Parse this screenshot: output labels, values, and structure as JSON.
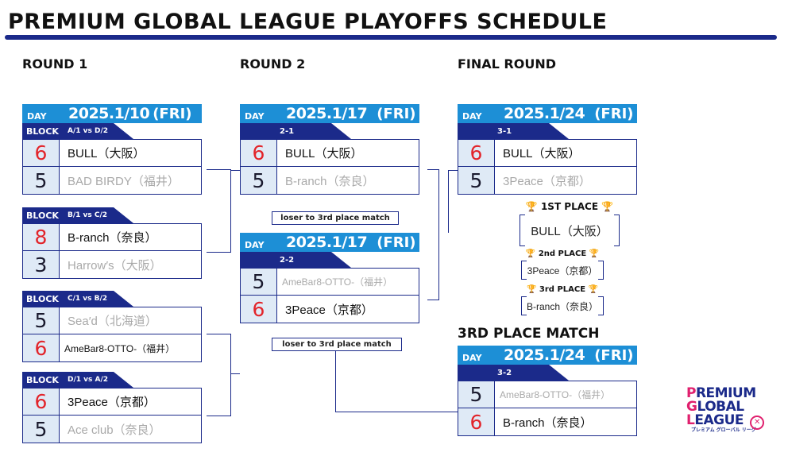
{
  "title": "PREMIUM GLOBAL LEAGUE  PLAYOFFS SCHEDULE",
  "rounds": {
    "r1": "ROUND 1",
    "r2": "ROUND 2",
    "final": "FINAL ROUND",
    "third": "3RD PLACE MATCH"
  },
  "day_word": "DAY",
  "block_word": "BLOCK",
  "r1": [
    {
      "date": "2025.1/10",
      "dow": "(FRI)",
      "vs": "A/1 vs D/2",
      "teams": [
        {
          "score": "6",
          "name": "BULL（大阪）"
        },
        {
          "score": "5",
          "name": "BAD BIRDY（福井）"
        }
      ]
    },
    {
      "vs": "B/1 vs C/2",
      "teams": [
        {
          "score": "8",
          "name": "B-ranch（奈良）"
        },
        {
          "score": "3",
          "name": "Harrow′s（大阪）"
        }
      ]
    },
    {
      "vs": "C/1 vs B/2",
      "teams": [
        {
          "score": "5",
          "name": "Sea′d（北海道）"
        },
        {
          "score": "6",
          "name": "AmeBar8-OTTO-（福井）"
        }
      ]
    },
    {
      "vs": "D/1 vs A/2",
      "teams": [
        {
          "score": "6",
          "name": "3Peace（京都）"
        },
        {
          "score": "5",
          "name": "Ace club（奈良）"
        }
      ]
    }
  ],
  "r2": [
    {
      "date": "2025.1/17",
      "dow": "(FRI)",
      "label": "2-1",
      "teams": [
        {
          "score": "6",
          "name": "BULL（大阪）"
        },
        {
          "score": "5",
          "name": "B-ranch（奈良）"
        }
      ]
    },
    {
      "date": "2025.1/17",
      "dow": "(FRI)",
      "label": "2-2",
      "teams": [
        {
          "score": "5",
          "name": "AmeBar8-OTTO-（福井）"
        },
        {
          "score": "6",
          "name": "3Peace（京都）"
        }
      ]
    }
  ],
  "loser_text": "loser to 3rd place match",
  "final": {
    "date": "2025.1/24",
    "dow": "(FRI)",
    "label": "3-1",
    "teams": [
      {
        "score": "6",
        "name": "BULL（大阪）"
      },
      {
        "score": "5",
        "name": "3Peace（京都）"
      }
    ]
  },
  "third": {
    "date": "2025.1/24",
    "dow": "(FRI)",
    "label": "3-2",
    "teams": [
      {
        "score": "5",
        "name": "AmeBar8-OTTO-（福井）"
      },
      {
        "score": "6",
        "name": "B-ranch（奈良）"
      }
    ]
  },
  "places": {
    "first_title": "1ST PLACE",
    "first": "BULL（大阪）",
    "second_title": "2nd PLACE",
    "second": "3Peace（京都）",
    "third_title": "3rd PLACE",
    "third": "B-ranch（奈良）"
  },
  "logo": {
    "line1a": "P",
    "line1b": "REMIUM",
    "line2a": "G",
    "line2b": "LOBAL",
    "line3a": "L",
    "line3b": "EAGUE",
    "sub": "プレミアム グローバル リーグ"
  },
  "colors": {
    "navy": "#1b2a8a",
    "blue": "#1d8fd6",
    "win_score": "#e2242a",
    "score_bg": "#dfeaf6"
  }
}
